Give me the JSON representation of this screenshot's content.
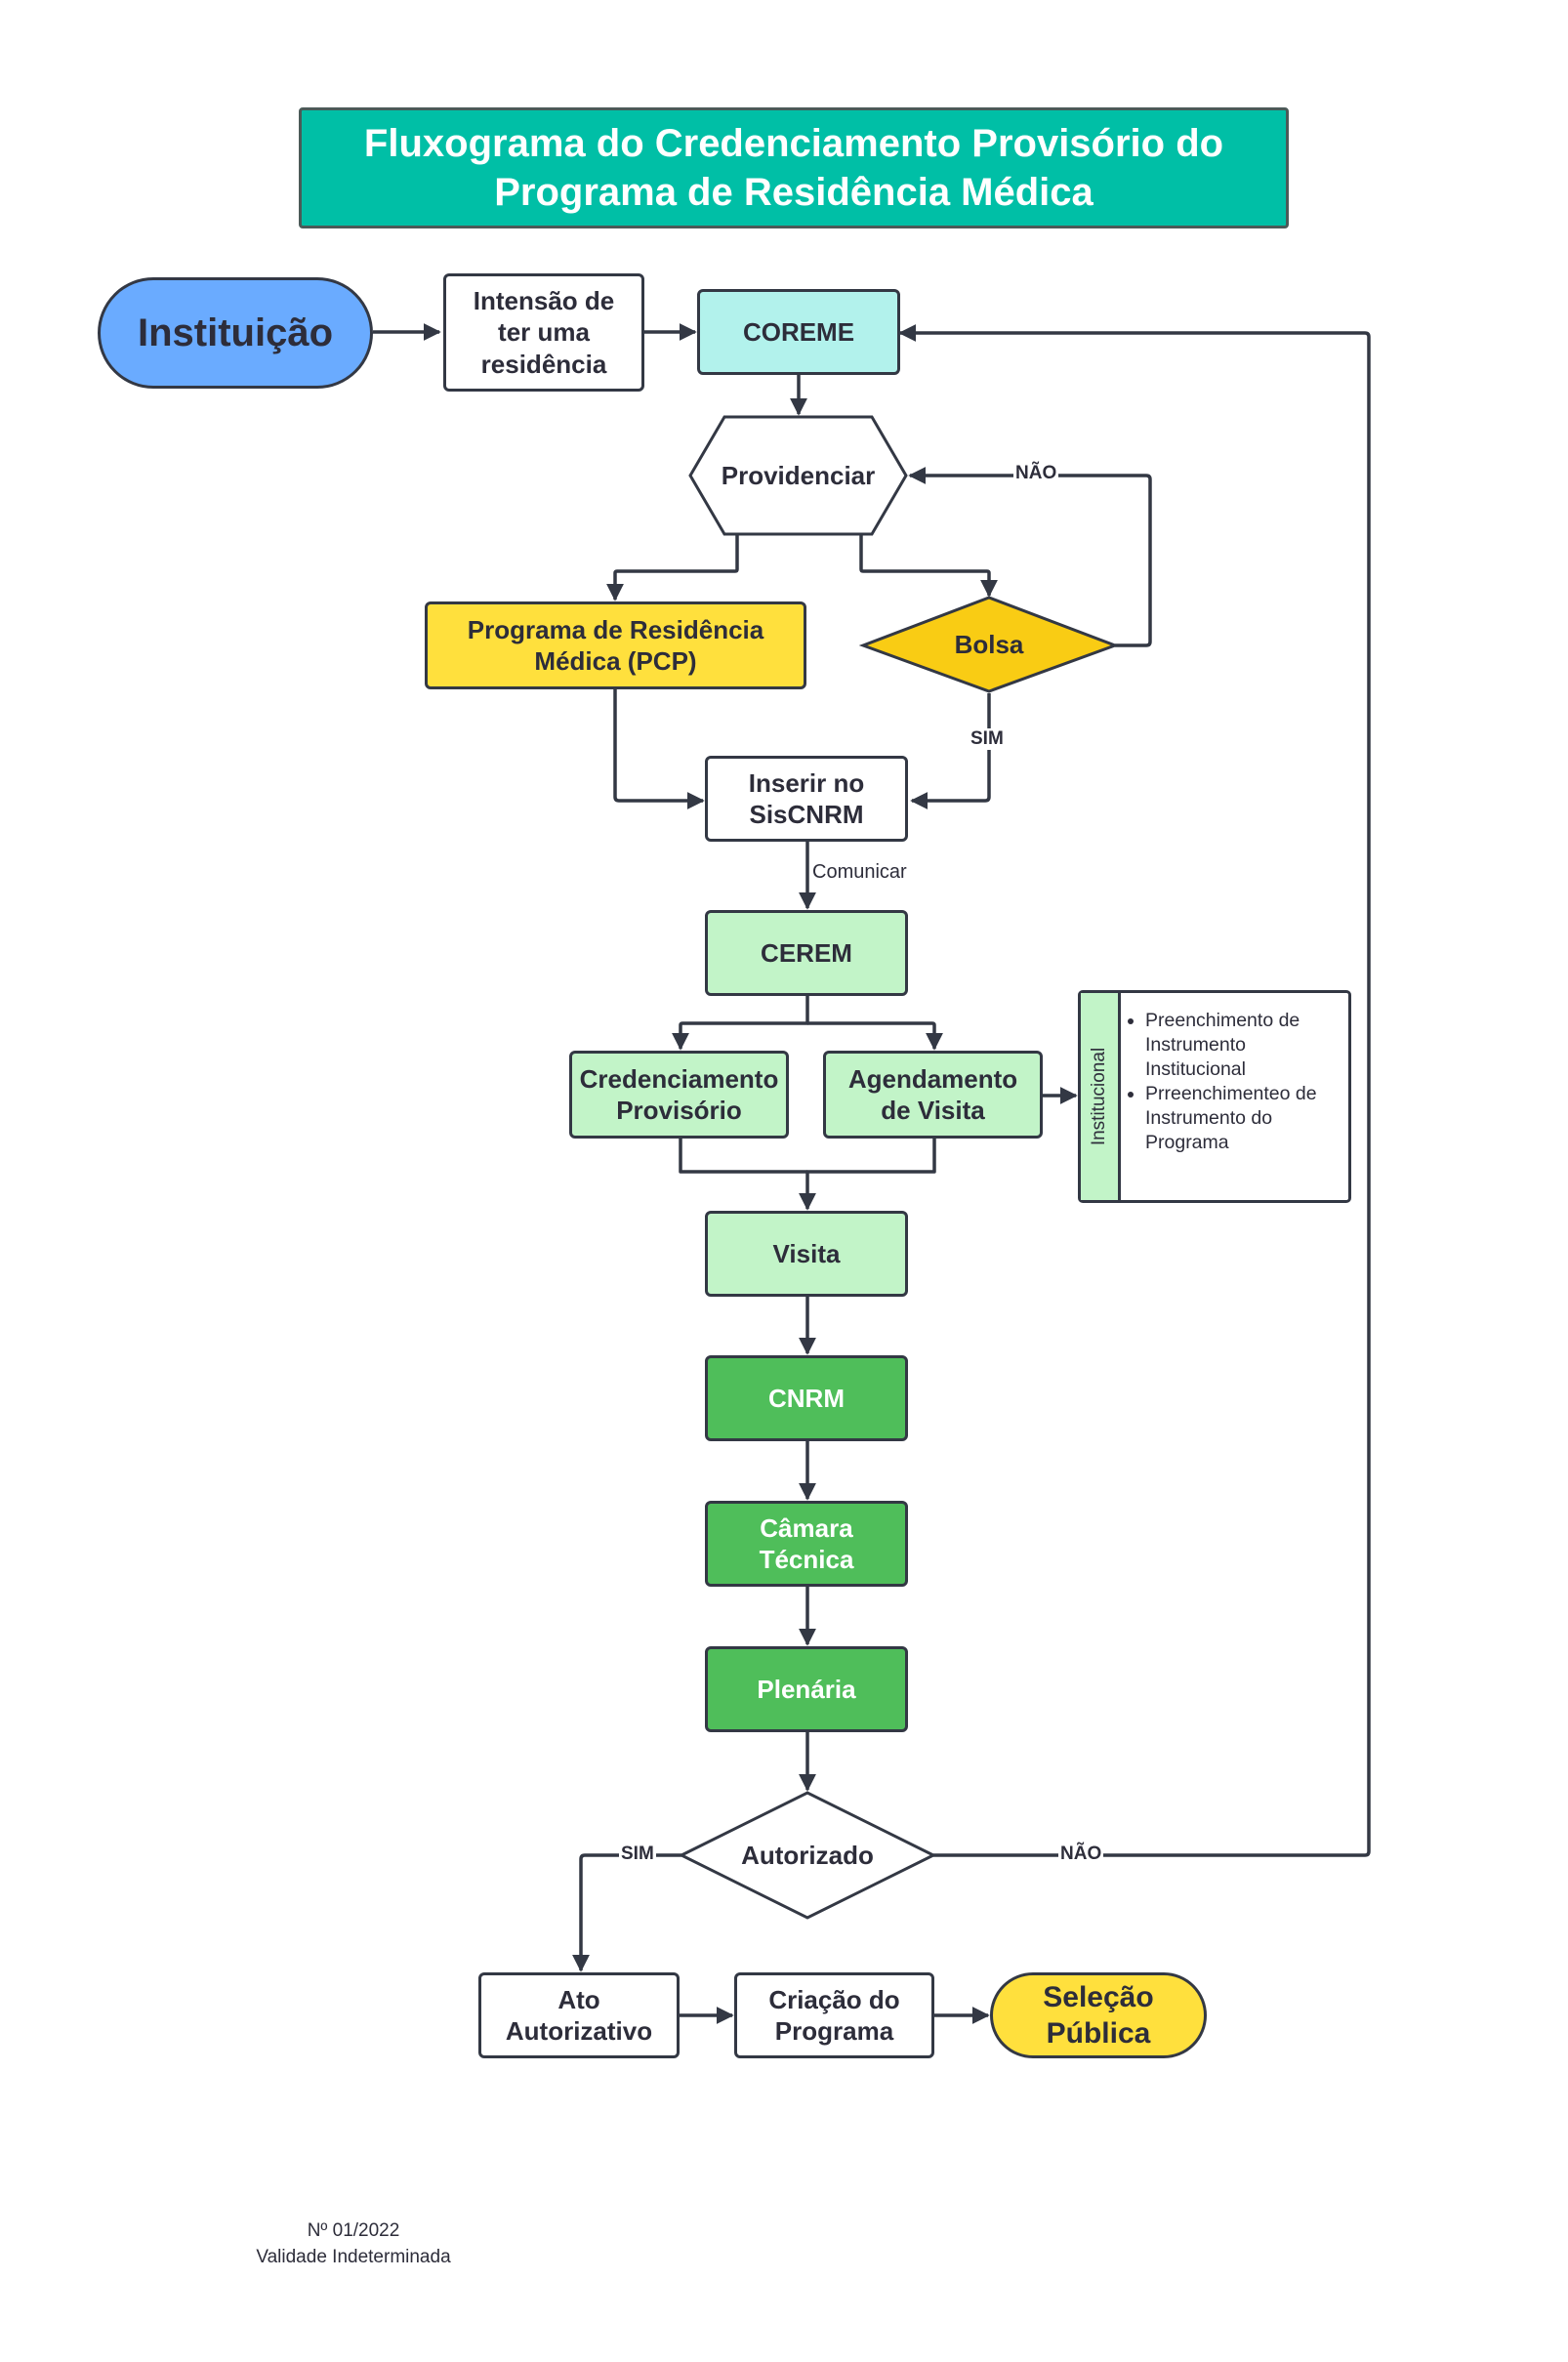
{
  "title": "Fluxograma do Credenciamento Provisório do\nPrograma de Residência Médica",
  "nodes": {
    "instituicao": "Instituição",
    "intensao": "Intensão de\nter uma\nresidência",
    "coreme": "COREME",
    "providenciar": "Providenciar",
    "programa_pcp": "Programa de Residência\nMédica (PCP)",
    "bolsa": "Bolsa",
    "inserir": "Inserir no\nSisCNRM",
    "cerem": "CEREM",
    "credenciamento": "Credenciamento\nProvisório",
    "agendamento": "Agendamento\nde Visita",
    "visita": "Visita",
    "cnrm": "CNRM",
    "camara": "Câmara\nTécnica",
    "plenaria": "Plenária",
    "autorizado": "Autorizado",
    "ato": "Ato\nAutorizativo",
    "criacao": "Criação do\nPrograma",
    "selecao": "Seleção\nPública"
  },
  "edge_labels": {
    "nao_bolsa": "NÃO",
    "sim_bolsa": "SIM",
    "comunicar": "Comunicar",
    "sim_autorizado": "SIM",
    "nao_autorizado": "NÃO"
  },
  "side_panel": {
    "tab": "Institucional",
    "items": [
      "Preenchimento de Instrumento Institucional",
      "Prreenchimenteo de Instrumento do Programa"
    ]
  },
  "footer": {
    "number": "Nº 01/2022",
    "validity": "Validade Indeterminada"
  },
  "colors": {
    "title_bg": "#00bfa6",
    "instituicao": "#6aabff",
    "coreme": "#b2f2ec",
    "yellow": "#ffe03d",
    "bolsa": "#f9cc14",
    "light_green": "#c2f4c8",
    "green": "#4fbe5a",
    "stroke": "#333844"
  }
}
